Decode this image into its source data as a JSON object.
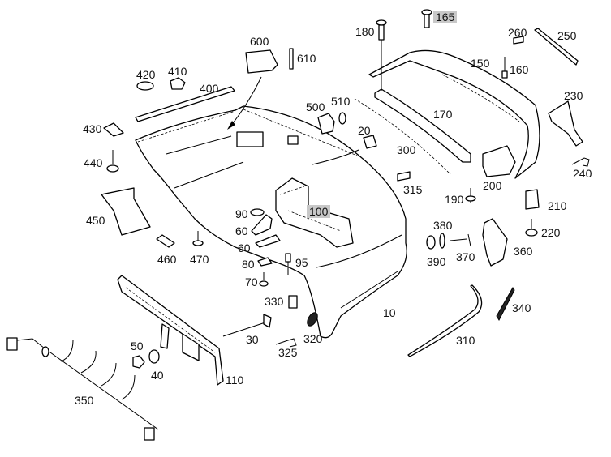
{
  "diagram": {
    "title": "Rear bumper exploded parts diagram",
    "background": "#ffffff",
    "highlight_color": "#c8c8c8",
    "labels": [
      {
        "id": "10",
        "text": "10"
      },
      {
        "id": "20",
        "text": "20"
      },
      {
        "id": "30",
        "text": "30"
      },
      {
        "id": "40",
        "text": "40"
      },
      {
        "id": "50",
        "text": "50"
      },
      {
        "id": "60a",
        "text": "60"
      },
      {
        "id": "60b",
        "text": "60"
      },
      {
        "id": "70",
        "text": "70"
      },
      {
        "id": "80",
        "text": "80"
      },
      {
        "id": "90",
        "text": "90"
      },
      {
        "id": "95",
        "text": "95"
      },
      {
        "id": "100",
        "text": "100",
        "highlighted": true
      },
      {
        "id": "110",
        "text": "110"
      },
      {
        "id": "150",
        "text": "150"
      },
      {
        "id": "160",
        "text": "160"
      },
      {
        "id": "165",
        "text": "165",
        "highlighted": true
      },
      {
        "id": "170",
        "text": "170"
      },
      {
        "id": "180",
        "text": "180"
      },
      {
        "id": "190",
        "text": "190"
      },
      {
        "id": "200",
        "text": "200"
      },
      {
        "id": "210",
        "text": "210"
      },
      {
        "id": "220",
        "text": "220"
      },
      {
        "id": "230",
        "text": "230"
      },
      {
        "id": "240",
        "text": "240"
      },
      {
        "id": "250",
        "text": "250"
      },
      {
        "id": "260",
        "text": "260"
      },
      {
        "id": "300",
        "text": "300"
      },
      {
        "id": "310",
        "text": "310"
      },
      {
        "id": "315",
        "text": "315"
      },
      {
        "id": "320",
        "text": "320"
      },
      {
        "id": "325",
        "text": "325"
      },
      {
        "id": "330",
        "text": "330"
      },
      {
        "id": "340",
        "text": "340"
      },
      {
        "id": "350",
        "text": "350"
      },
      {
        "id": "360",
        "text": "360"
      },
      {
        "id": "370",
        "text": "370"
      },
      {
        "id": "380",
        "text": "380"
      },
      {
        "id": "390",
        "text": "390"
      },
      {
        "id": "400",
        "text": "400"
      },
      {
        "id": "410",
        "text": "410"
      },
      {
        "id": "420",
        "text": "420"
      },
      {
        "id": "430",
        "text": "430"
      },
      {
        "id": "440",
        "text": "440"
      },
      {
        "id": "450",
        "text": "450"
      },
      {
        "id": "460",
        "text": "460"
      },
      {
        "id": "470",
        "text": "470"
      },
      {
        "id": "500",
        "text": "500"
      },
      {
        "id": "510",
        "text": "510"
      },
      {
        "id": "600",
        "text": "600"
      },
      {
        "id": "610",
        "text": "610"
      }
    ]
  }
}
